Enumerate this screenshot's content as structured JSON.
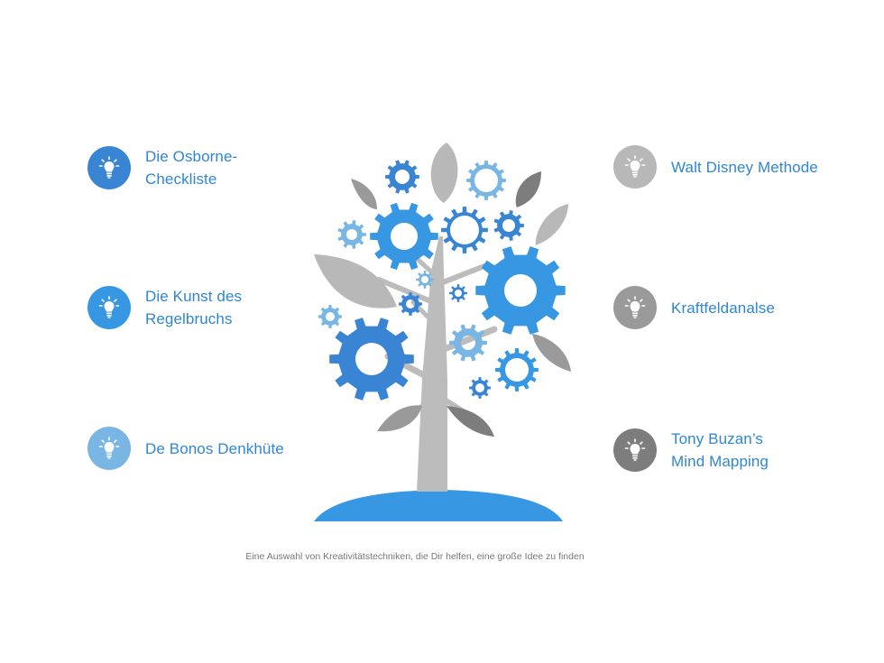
{
  "colors": {
    "blue_dark": "#3a85d3",
    "blue": "#3797e2",
    "blue_light": "#7ab6e3",
    "gray_light": "#b8b8b8",
    "gray": "#9a9a9a",
    "gray_dark": "#7d7d7d",
    "label": "#2f86d6",
    "trunk": "#bcbcbc",
    "ground": "#3797e2"
  },
  "icons": {
    "technique": "lightbulb-icon"
  },
  "left_items": [
    {
      "label": "Die Osborne-\nCheckliste",
      "color": "#3a85d3"
    },
    {
      "label": "Die Kunst des\nRegelbruchs",
      "color": "#3797e2"
    },
    {
      "label": "De Bonos Denkhüte",
      "color": "#7ab6e3"
    }
  ],
  "right_items": [
    {
      "label": "Walt Disney Methode",
      "color": "#b8b8b8"
    },
    {
      "label": "Kraftfeldanalse",
      "color": "#9a9a9a"
    },
    {
      "label": "Tony Buzan’s\nMind Mapping",
      "color": "#7d7d7d"
    }
  ],
  "caption": "Eine Auswahl von Kreativitätstechniken, die Dir helfen, eine große Idee zu finden"
}
